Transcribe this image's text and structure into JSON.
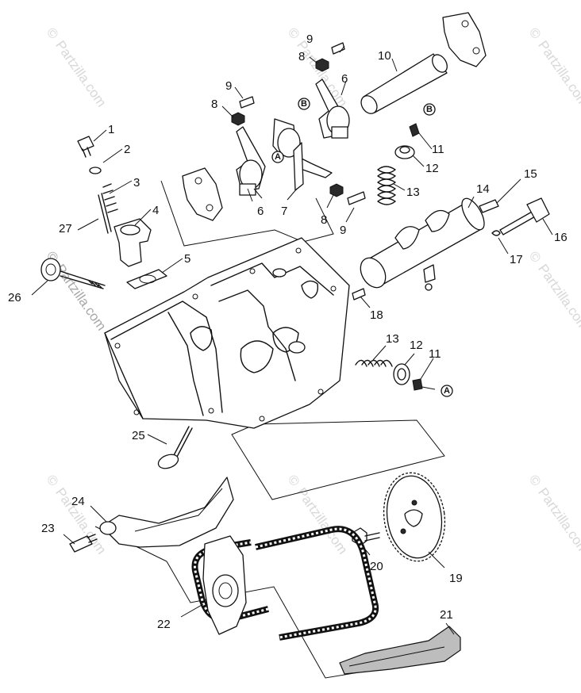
{
  "watermark": {
    "text": "Partzilla.com",
    "copyright_symbol": "©"
  },
  "callouts": {
    "n1": "1",
    "n2": "2",
    "n3": "3",
    "n4": "4",
    "n5": "5",
    "n6a": "6",
    "n6b": "6",
    "n7": "7",
    "n8a": "8",
    "n8b": "8",
    "n8c": "8",
    "n9a": "9",
    "n9b": "9",
    "n9c": "9",
    "n10": "10",
    "n11a": "11",
    "n11b": "11",
    "n12a": "12",
    "n12b": "12",
    "n13a": "13",
    "n13b": "13",
    "n14": "14",
    "n15": "15",
    "n16": "16",
    "n17": "17",
    "n18": "18",
    "n19": "19",
    "n20": "20",
    "n21": "21",
    "n22": "22",
    "n23": "23",
    "n24": "24",
    "n25": "25",
    "n26": "26",
    "n27": "27"
  },
  "ref_markers": {
    "a1": "A",
    "a2": "A",
    "b1": "B",
    "b2": "B"
  }
}
